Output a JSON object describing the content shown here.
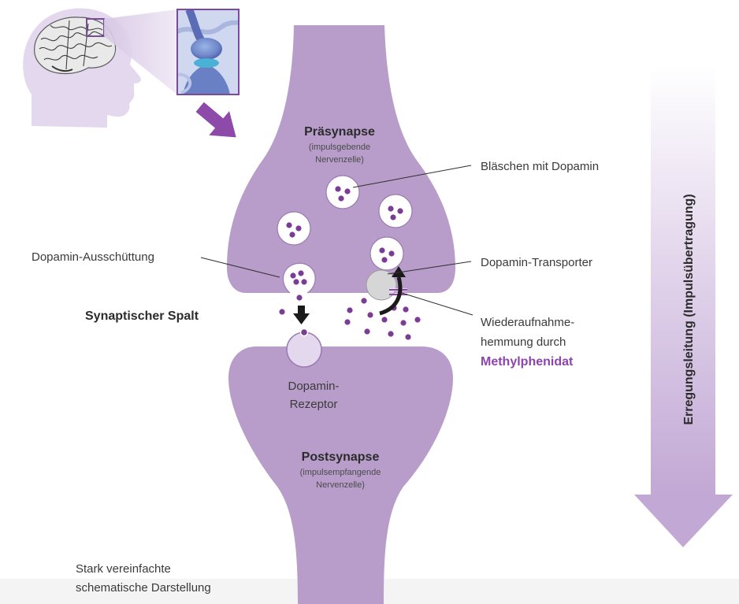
{
  "colors": {
    "neuron": "#b79cca",
    "neuron_dark": "#9a7bb3",
    "dopamine": "#7a3c95",
    "accent": "#8e44ad",
    "arrow_band": "#cdb7dd",
    "head": "#e4d8ee"
  },
  "icons": [
    "brain-head-icon",
    "zoom-arrow-icon",
    "down-arrow-icon",
    "reuptake-arrow-icon"
  ],
  "presynapse": {
    "title": "Präsynapse",
    "sub1": "(impulsgebende",
    "sub2": "Nervenzelle)"
  },
  "postsynapse": {
    "title": "Postsynapse",
    "sub1": "(impulsempfangende",
    "sub2": "Nervenzelle)"
  },
  "labels": {
    "vesicle": "Bläschen mit Dopamin",
    "release": "Dopamin-Ausschüttung",
    "transporter": "Dopamin-Transporter",
    "cleft": "Synaptischer Spalt",
    "inhibit1": "Wiederaufnahme-",
    "inhibit2": "hemmung durch",
    "drug": "Methylphenidat",
    "receptor1": "Dopamin-",
    "receptor2": "Rezeptor",
    "direction": "Erregungsleitung (Impulsübertragung)"
  },
  "footnote": {
    "line1": "Stark vereinfachte",
    "line2": "schematische Darstellung"
  }
}
